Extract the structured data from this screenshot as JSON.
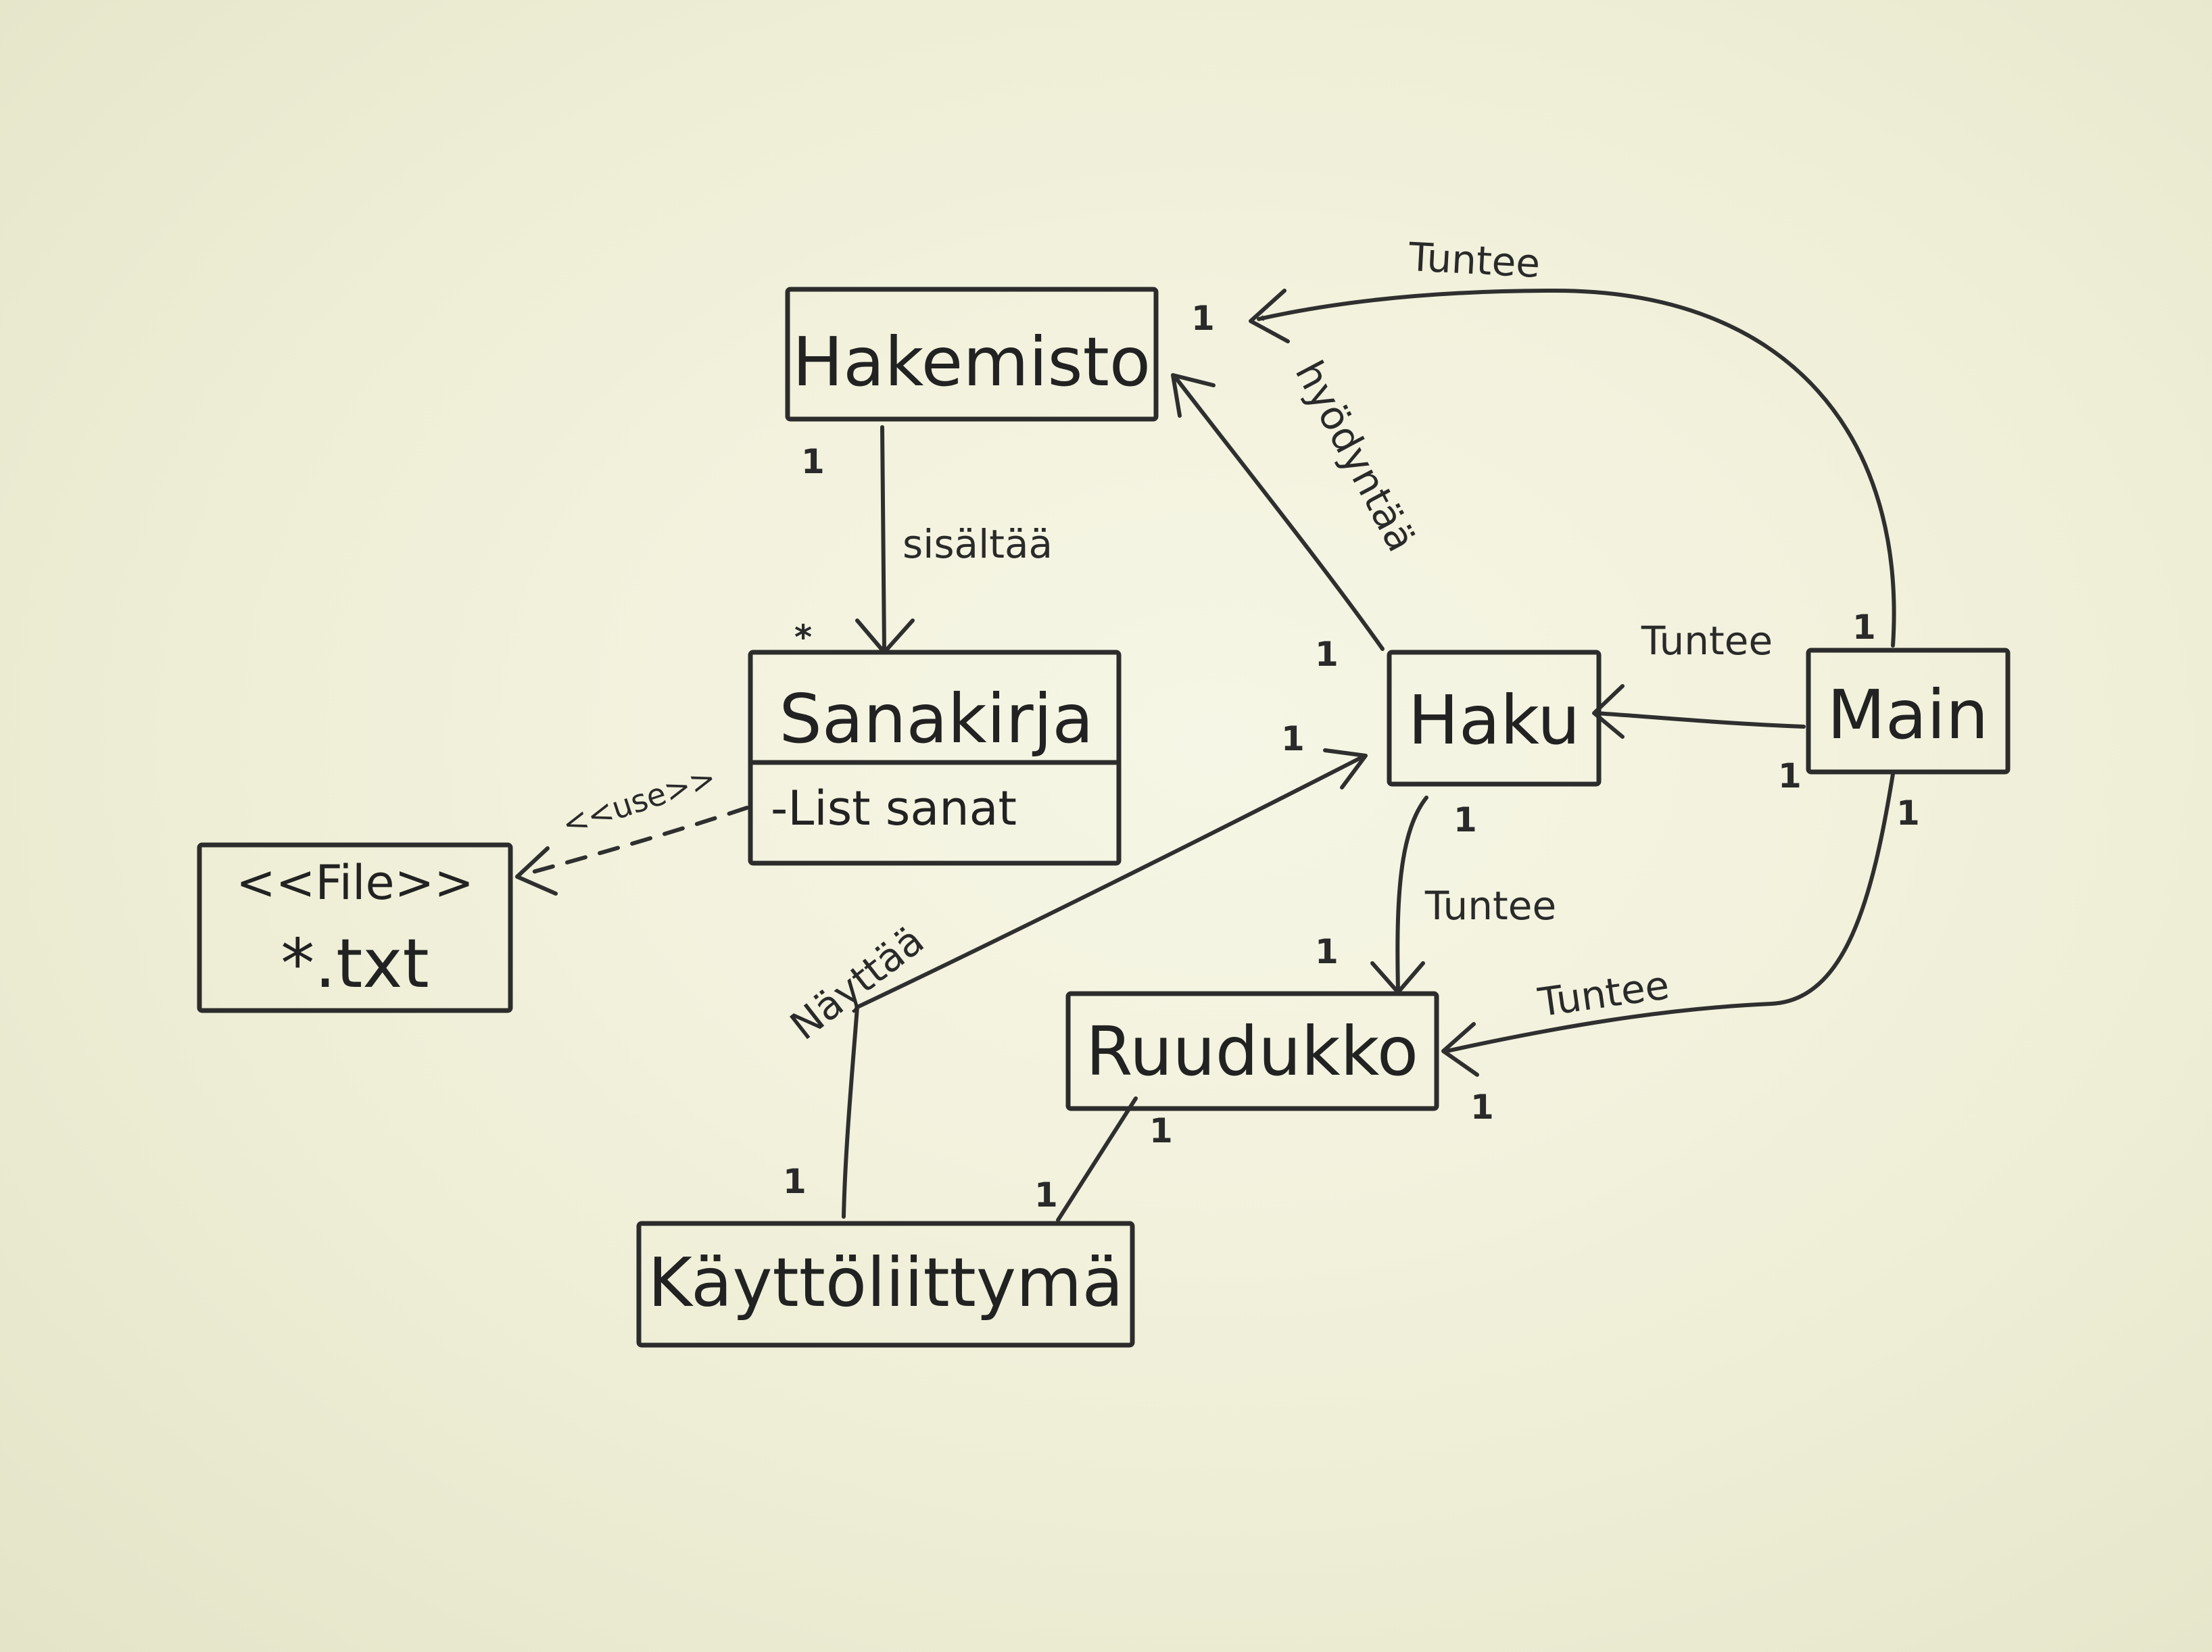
{
  "classes": {
    "hakemisto": "Hakemisto",
    "sanakirja": "Sanakirja",
    "sanakirja_attr": "-List sanat",
    "file_stereotype": "<<File>>",
    "file_name": "*.txt",
    "haku": "Haku",
    "main": "Main",
    "ruudukko": "Ruudukko",
    "kayttoliittyma": "Käyttöliittymä"
  },
  "relations": {
    "main_hakemisto": "Tuntee",
    "haku_hakemisto": "hyödyntää",
    "hakemisto_sanakirja": "sisältää",
    "sanakirja_file": "<<use>>",
    "main_haku": "Tuntee",
    "haku_ruudukko": "Tuntee",
    "main_ruudukko": "Tuntee",
    "kayttoliittyma_haku": "Näyttää"
  },
  "multiplicities": {
    "hakemisto_main": "1",
    "hakemisto_sanakirja": "1",
    "sanakirja_hakemisto": "*",
    "haku_hakemisto": "1",
    "haku_kayttoliittyma": "1",
    "main_haku": "1",
    "main_hakemisto": "1",
    "main_ruudukko": "1",
    "haku_ruudukko": "1",
    "ruudukko_haku": "1",
    "ruudukko_main": "1",
    "ruudukko_kayttoliittyma": "1",
    "kayttoliittyma_ruudukko": "1",
    "kayttoliittyma_haku": "1"
  }
}
